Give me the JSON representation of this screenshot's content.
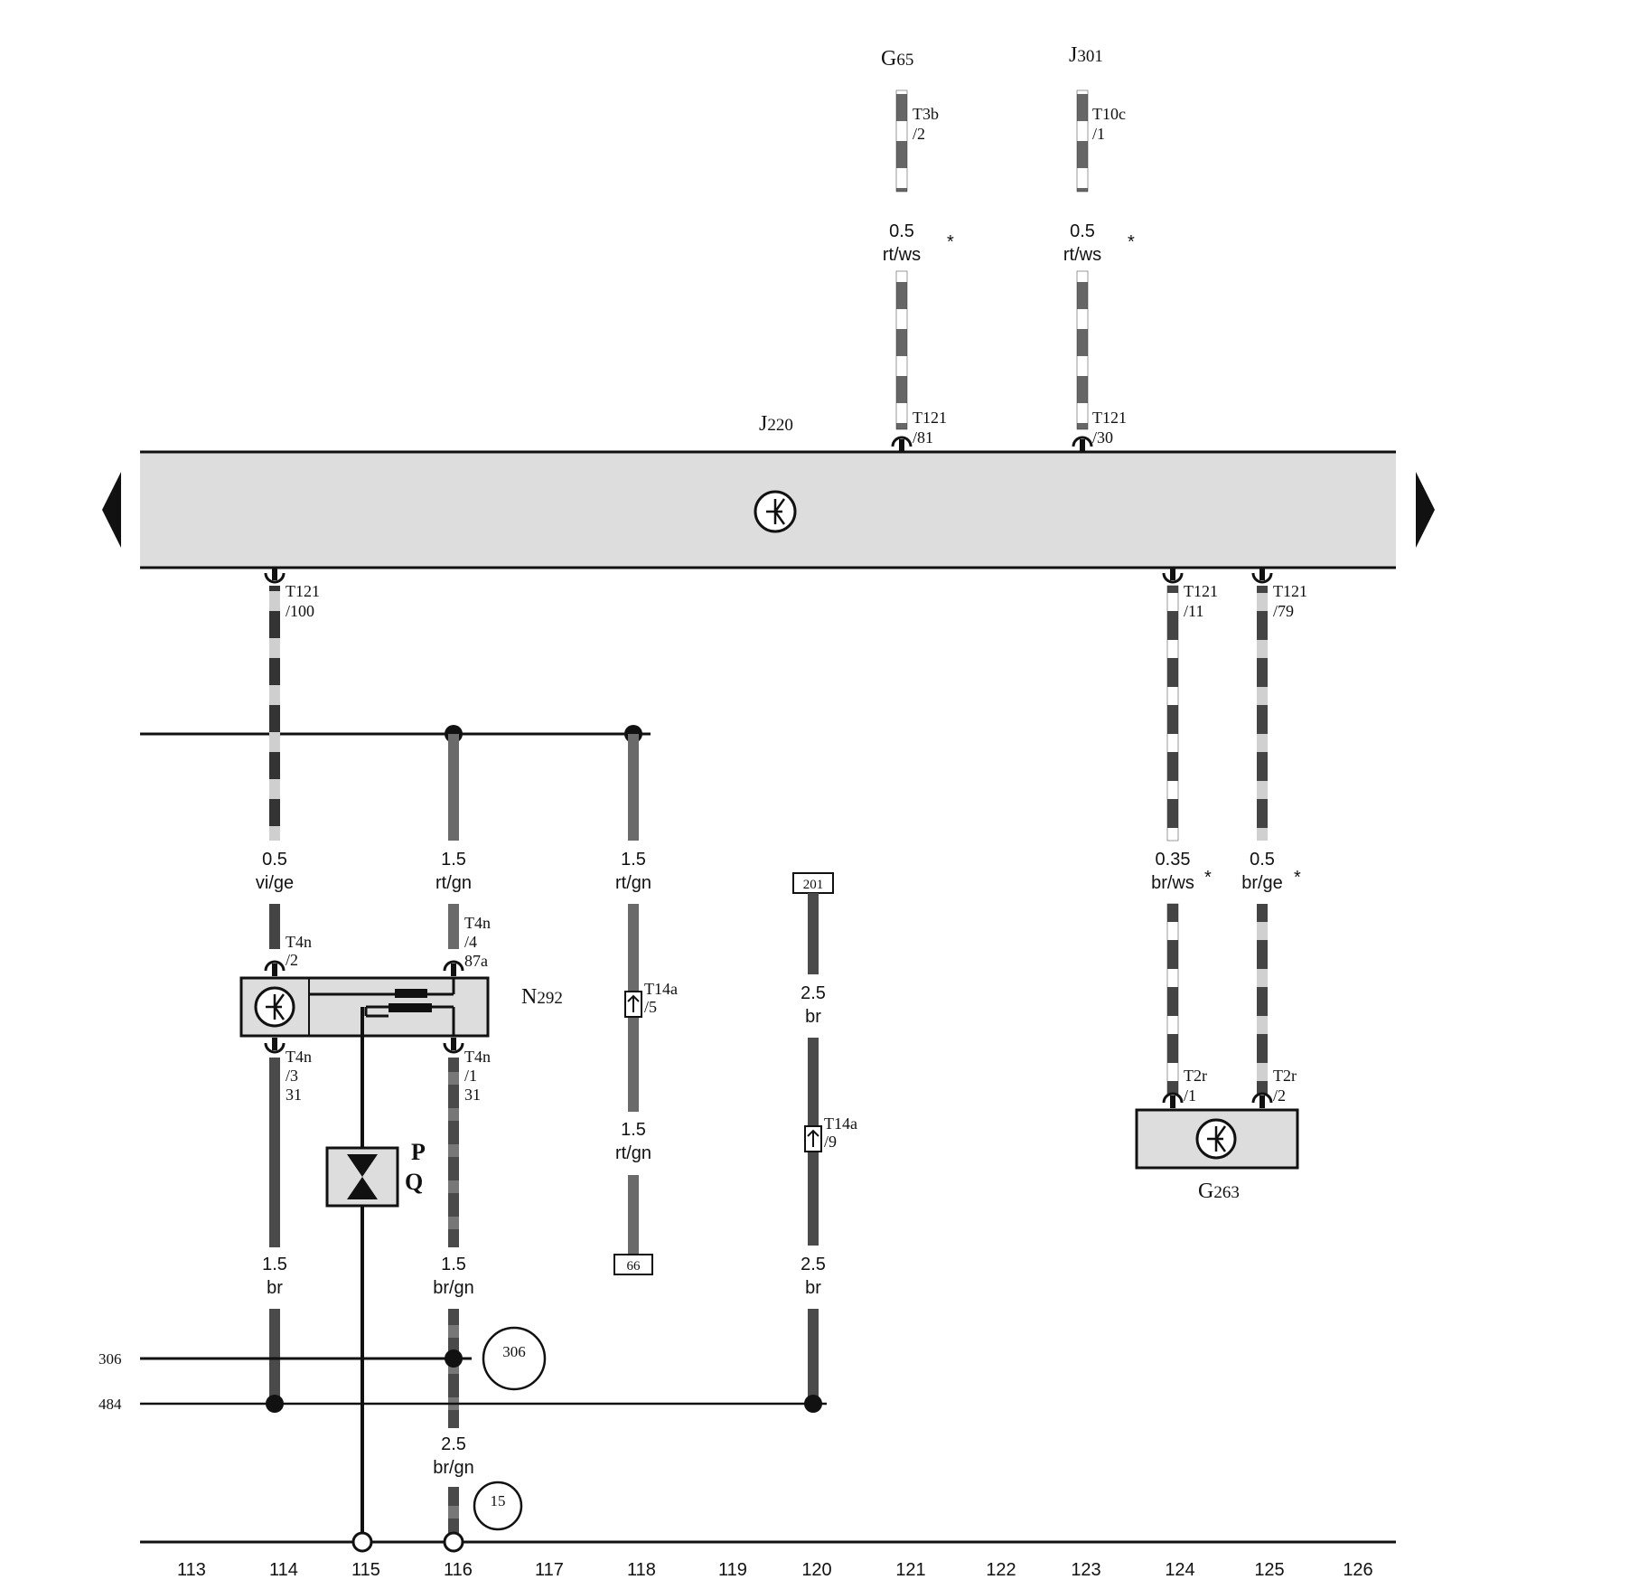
{
  "components": {
    "g65": {
      "name": "G",
      "num": "65"
    },
    "j301": {
      "name": "J",
      "num": "301"
    },
    "j220": {
      "name": "J",
      "num": "220"
    },
    "n292": {
      "name": "N",
      "num": "292"
    },
    "g263": {
      "name": "G",
      "num": "263"
    },
    "pq_p": "P",
    "pq_q": "Q"
  },
  "connectors": {
    "t3b": {
      "a": "T3b",
      "b": "/2"
    },
    "t10c": {
      "a": "T10c",
      "b": "/1"
    },
    "t121_81": {
      "a": "T121",
      "b": "/81"
    },
    "t121_30": {
      "a": "T121",
      "b": "/30"
    },
    "t121_100": {
      "a": "T121",
      "b": "/100"
    },
    "t121_11": {
      "a": "T121",
      "b": "/11"
    },
    "t121_79": {
      "a": "T121",
      "b": "/79"
    },
    "t4n_2": {
      "a": "T4n",
      "b": "/2"
    },
    "t4n_4": {
      "a": "T4n",
      "b": "/4",
      "c": "87a"
    },
    "t4n_3": {
      "a": "T4n",
      "b": "/3",
      "c": "31"
    },
    "t4n_1": {
      "a": "T4n",
      "b": "/1",
      "c": "31"
    },
    "t14a_5": {
      "a": "T14a",
      "b": "/5"
    },
    "t14a_9": {
      "a": "T14a",
      "b": "/9"
    },
    "t2r_1": {
      "a": "T2r",
      "b": "/1"
    },
    "t2r_2": {
      "a": "T2r",
      "b": "/2"
    }
  },
  "wires": {
    "w_g65": {
      "size": "0.5",
      "color": "rt/ws",
      "mark": "*"
    },
    "w_j301": {
      "size": "0.5",
      "color": "rt/ws",
      "mark": "*"
    },
    "w_100": {
      "size": "0.5",
      "color": "vi/ge"
    },
    "w_116a": {
      "size": "1.5",
      "color": "rt/gn"
    },
    "w_118a": {
      "size": "1.5",
      "color": "rt/gn"
    },
    "w_118b": {
      "size": "1.5",
      "color": "rt/gn"
    },
    "w_120a": {
      "size": "2.5",
      "color": "br"
    },
    "w_120b": {
      "size": "2.5",
      "color": "br"
    },
    "w_114": {
      "size": "1.5",
      "color": "br"
    },
    "w_116b": {
      "size": "1.5",
      "color": "br/gn"
    },
    "w_116c": {
      "size": "2.5",
      "color": "br/gn"
    },
    "w_124": {
      "size": "0.35",
      "color": "br/ws",
      "mark": "*"
    },
    "w_125": {
      "size": "0.5",
      "color": "br/ge",
      "mark": "*"
    }
  },
  "terminals": {
    "t201": "201",
    "t66": "66",
    "c306": "306",
    "c15": "15",
    "line306": "306",
    "line484": "484"
  },
  "columns": [
    "113",
    "114",
    "115",
    "116",
    "117",
    "118",
    "119",
    "120",
    "121",
    "122",
    "123",
    "124",
    "125",
    "126"
  ]
}
